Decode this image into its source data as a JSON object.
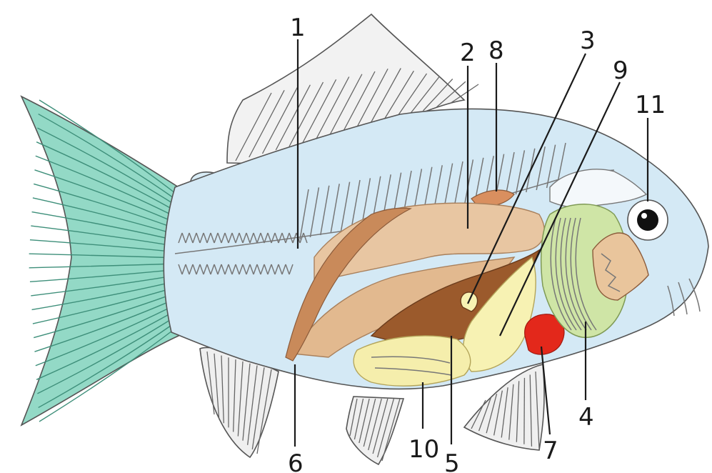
{
  "diagram": {
    "labels": [
      "1",
      "2",
      "3",
      "4",
      "5",
      "6",
      "7",
      "8",
      "9",
      "10",
      "11"
    ],
    "colors": {
      "body": "#cfe6f3",
      "tail": "#8fd7c4",
      "fin": "#eeeeee",
      "kidney": "#c98a5a",
      "swim_bladder": "#e6c39e",
      "liver": "#9a5a2e",
      "gonad": "#f6f0b0",
      "intestine": "#f4ecab",
      "heart": "#e0281a",
      "gills": "#cfe4a6",
      "mouth": "#e8c49a",
      "eye": "#111111"
    }
  }
}
